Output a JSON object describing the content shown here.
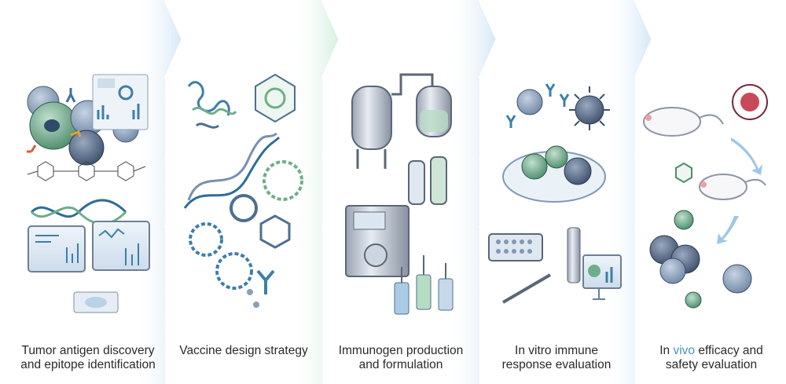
{
  "stages": [
    {
      "line1": "Tumor antigen discovery",
      "line2": "and epitope identification"
    },
    {
      "line1": "Vaccine design strategy",
      "line2": ""
    },
    {
      "line1": "Immunogen production",
      "line2": "and formulation"
    },
    {
      "line1": "In vitro immune",
      "line2": "response evaluation"
    },
    {
      "line1_pre": "In ",
      "line1_accent": "vivo",
      "line1_post": " efficacy and",
      "line2": "safety evaluation"
    }
  ],
  "colors": {
    "chevron_blue": "#dbeaf6",
    "chevron_green": "#dcefe6",
    "cell_blue": "#7f99b8",
    "cell_green": "#6fa58a",
    "dna": "#3d7fa8",
    "accent_text": "#4a8fc4"
  }
}
